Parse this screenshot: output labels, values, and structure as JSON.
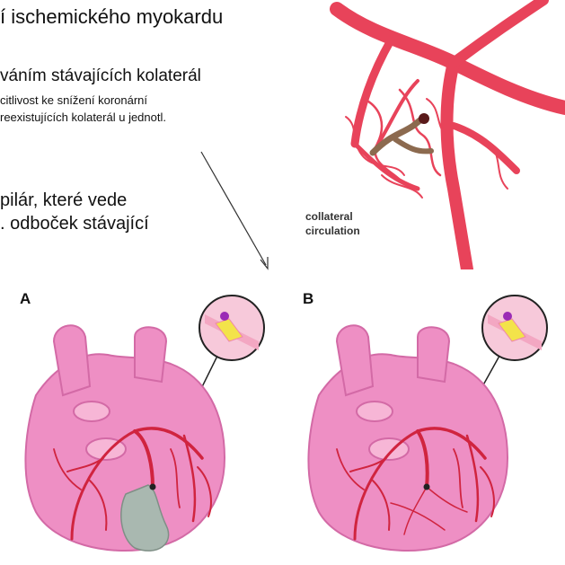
{
  "text": {
    "heading": "í ischemického myokardu",
    "line2": "váním stávajících kolaterál",
    "line3": "citlivost ke snížení koronární",
    "line4": "reexistujících kolaterál u jednotl.",
    "line5": "pilár, které vede",
    "line6": ". odboček stávající"
  },
  "figure": {
    "collateral_label_1": "collateral",
    "collateral_label_2": "circulation",
    "panel_a": "A",
    "panel_b": "B"
  },
  "colors": {
    "vessel": "#e8435a",
    "heart": "#ee8fc4",
    "heart_dark": "#d36aa6",
    "ischemic": "#a9b8b0",
    "plaque": "#f3e34a"
  }
}
